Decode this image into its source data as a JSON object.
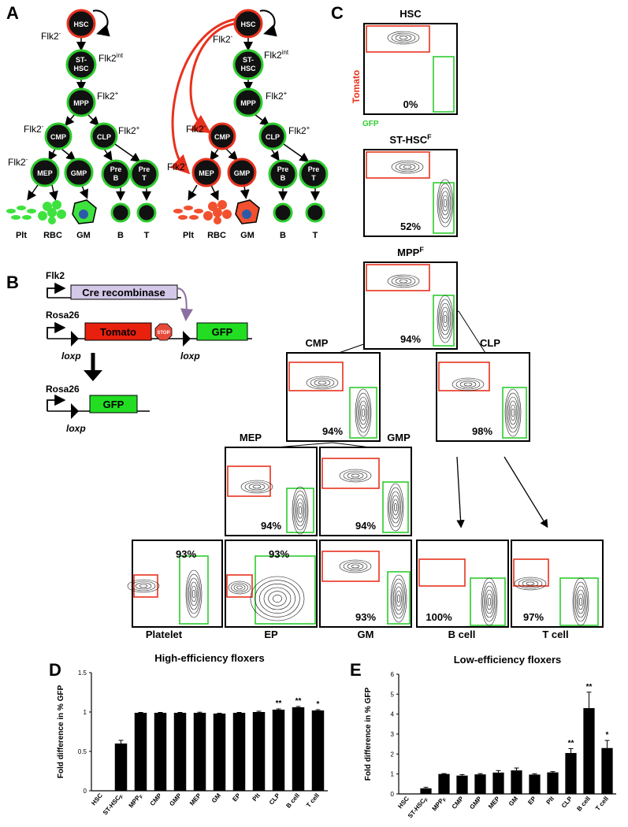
{
  "panels": {
    "A": "A",
    "B": "B",
    "C": "C",
    "D": "D",
    "E": "E"
  },
  "panel_a": {
    "nodes": {
      "hsc": "HSC",
      "st": "ST-",
      "st2": "HSC",
      "mpp": "MPP",
      "cmp": "CMP",
      "clp": "CLP",
      "mep": "MEP",
      "gmp": "GMP",
      "preb": "Pre",
      "preb2": "B",
      "pret": "Pre",
      "pret2": "T"
    },
    "flk": {
      "minus": "Flk2",
      "int": "Flk2",
      "plus": "Flk2",
      "sup_minus": "-",
      "sup_int": "int",
      "sup_plus": "+"
    },
    "lineages": [
      "Plt",
      "RBC",
      "GM",
      "B",
      "T"
    ]
  },
  "panel_b": {
    "flk2": "Flk2",
    "cre": "Cre recombinase",
    "rosa": "Rosa26",
    "tomato": "Tomato",
    "stop": "STOP",
    "gfp": "GFP",
    "loxp": "loxp"
  },
  "panel_c": {
    "tomato_axis": "Tomato",
    "gfp_axis": "GFP",
    "plots": [
      {
        "id": "hsc",
        "title": "HSC",
        "pct": "0%"
      },
      {
        "id": "st",
        "title": "ST-HSC",
        "sup": "F",
        "pct": "52%"
      },
      {
        "id": "mpp",
        "title": "MPP",
        "sup": "F",
        "pct": "94%"
      },
      {
        "id": "cmp",
        "title": "CMP",
        "pct": "94%"
      },
      {
        "id": "clp",
        "title": "CLP",
        "pct": "98%"
      },
      {
        "id": "mep",
        "title": "MEP",
        "pct": "94%"
      },
      {
        "id": "gmp",
        "title": "GMP",
        "pct": "94%"
      },
      {
        "id": "plt",
        "title": "Platelet",
        "pct": "93%"
      },
      {
        "id": "ep",
        "title": "EP",
        "pct": "93%"
      },
      {
        "id": "gm",
        "title": "GM",
        "pct": "93%"
      },
      {
        "id": "bcell",
        "title": "B cell",
        "pct": "100%"
      },
      {
        "id": "tcell",
        "title": "T cell",
        "pct": "97%"
      }
    ]
  },
  "chart_data": [
    {
      "type": "bar",
      "title": "High-efficiency floxers",
      "ylabel": "Fold difference in % GFP",
      "ylim": [
        0,
        1.5
      ],
      "yticks": [
        "0",
        "0.5",
        "1",
        "1.5"
      ],
      "categories": [
        "HSC",
        "ST-HSC",
        "MPP",
        "CMP",
        "GMP",
        "MEP",
        "GM",
        "EP",
        "Plt",
        "CLP",
        "B cell",
        "T cell"
      ],
      "category_subs": [
        "",
        "F",
        "F",
        "",
        "",
        "",
        "",
        "",
        "",
        "",
        "",
        ""
      ],
      "values": [
        0,
        0.6,
        0.99,
        0.99,
        0.99,
        0.99,
        0.98,
        0.99,
        1.0,
        1.03,
        1.06,
        1.02
      ],
      "errors": [
        0,
        0.04,
        0.005,
        0.005,
        0.005,
        0.008,
        0.005,
        0.005,
        0.01,
        0.01,
        0.01,
        0.01
      ],
      "annotations": [
        "",
        "",
        "",
        "",
        "",
        "",
        "",
        "",
        "",
        "**",
        "**",
        "*"
      ]
    },
    {
      "type": "bar",
      "title": "Low-efficiency floxers",
      "ylabel": "Fold difference in % GFP",
      "ylim": [
        0,
        6
      ],
      "yticks": [
        "0",
        "1",
        "2",
        "3",
        "4",
        "5",
        "6"
      ],
      "categories": [
        "HSC",
        "ST-HSC",
        "MPP",
        "CMP",
        "GMP",
        "MEP",
        "GM",
        "EP",
        "Plt",
        "CLP",
        "B cell",
        "T cell"
      ],
      "category_subs": [
        "",
        "F",
        "F",
        "",
        "",
        "",
        "",
        "",
        "",
        "",
        "",
        ""
      ],
      "values": [
        0,
        0.28,
        1.0,
        0.92,
        0.98,
        1.07,
        1.18,
        0.97,
        1.08,
        2.05,
        4.3,
        2.3
      ],
      "errors": [
        0,
        0.05,
        0.02,
        0.05,
        0.04,
        0.1,
        0.12,
        0.04,
        0.04,
        0.22,
        0.8,
        0.38
      ],
      "annotations": [
        "",
        "",
        "",
        "",
        "",
        "",
        "",
        "",
        "",
        "**",
        "**",
        "*"
      ]
    }
  ]
}
